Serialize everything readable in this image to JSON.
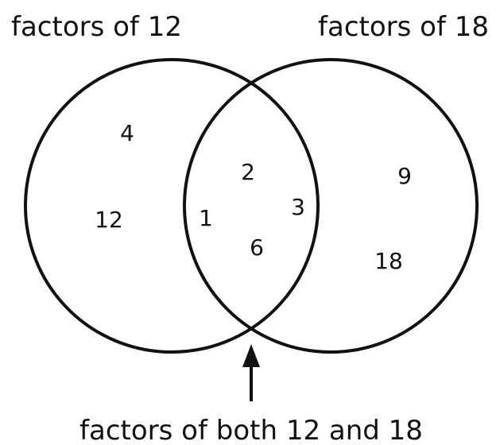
{
  "diagram": {
    "left_set": {
      "label": "factors of 12",
      "only_items": [
        "4",
        "12"
      ]
    },
    "right_set": {
      "label": "factors of 18",
      "only_items": [
        "9",
        "18"
      ]
    },
    "intersection": {
      "label": "factors of both 12 and 18",
      "items": [
        "2",
        "1",
        "3",
        "6"
      ]
    },
    "colors": {
      "stroke": "#111111",
      "text": "#111111",
      "background": "#ffffff"
    }
  }
}
